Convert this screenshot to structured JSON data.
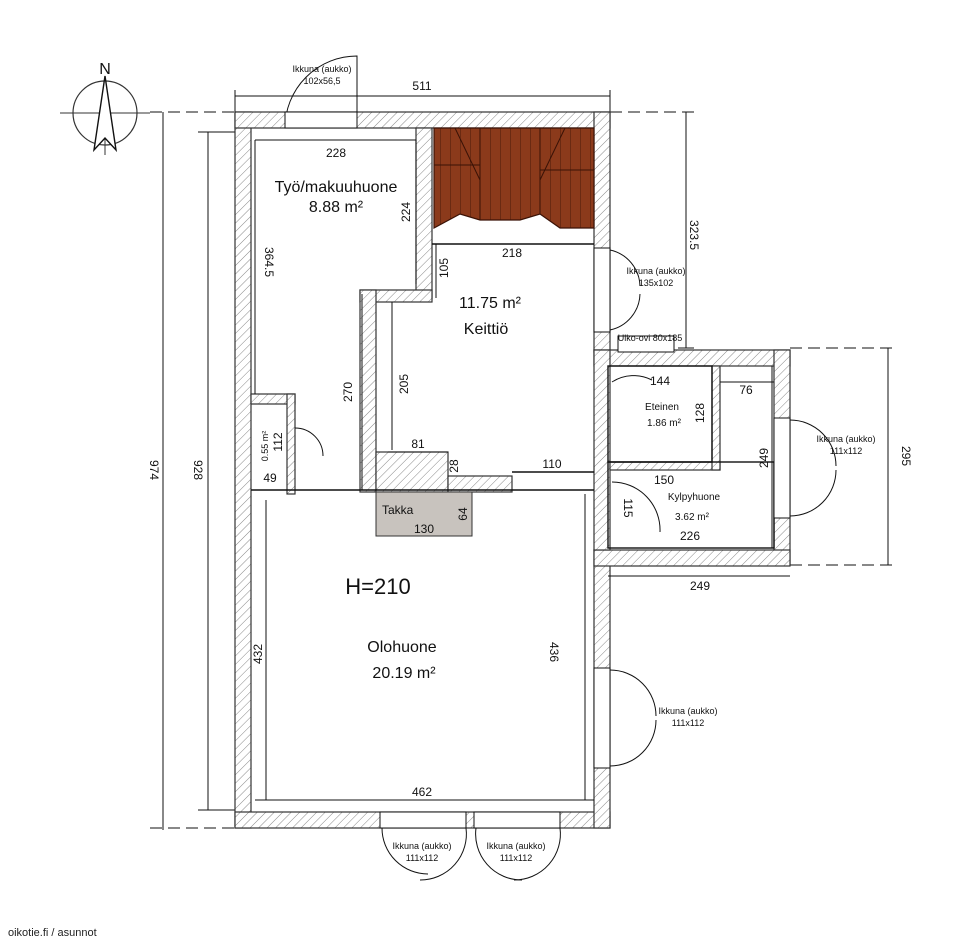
{
  "compass": {
    "label": "N"
  },
  "rooms": {
    "study": {
      "name": "Työ/makuuhuone",
      "area": "8.88 m²"
    },
    "kitchen": {
      "name": "Keittiö",
      "area": "11.75 m²"
    },
    "hall": {
      "name": "Eteinen",
      "area": "1.86 m²"
    },
    "bath": {
      "name": "Kylpyhuone",
      "area": "3.62 m²"
    },
    "living": {
      "name": "Olohuone",
      "area": "20.19 m²"
    },
    "closet": {
      "area": "0.55 m²"
    }
  },
  "fireplace": {
    "name": "Takka",
    "width": "130",
    "depth": "64"
  },
  "height_label": "H=210",
  "windows": {
    "top": {
      "title": "Ikkuna (aukko)",
      "size": "102x56,5"
    },
    "kitchen": {
      "title": "Ikkuna (aukko)",
      "size": "135x102"
    },
    "door": {
      "title": "Ulko-ovi 80x185"
    },
    "bath": {
      "title": "Ikkuna (aukko)",
      "size": "111x112"
    },
    "living_right": {
      "title": "Ikkuna (aukko)",
      "size": "111x112"
    },
    "bottom_left": {
      "title": "Ikkuna (aukko)",
      "size": "111x112"
    },
    "bottom_right": {
      "title": "Ikkuna (aukko)",
      "size": "111x112"
    }
  },
  "dimensions": {
    "top_total": "511",
    "study_width": "228",
    "study_depth_inner": "224",
    "study_height": "364.5",
    "kitchen_width": "218",
    "kitchen_step": "105",
    "kitchen_right": "323.5",
    "kitchen_height": "205",
    "wall_270": "270",
    "closet_height": "112",
    "closet_width": "49",
    "counter": "81",
    "counter_small": "28",
    "kitchen_bottom": "110",
    "hall_width": "144",
    "hall_height": "128",
    "hall_right": "76",
    "bath_height": "249",
    "bath_width_top": "150",
    "bath_door": "115",
    "bath_width_bottom": "226",
    "annex_width": "249",
    "annex_height": "295",
    "total_left": "974",
    "total_inner": "928",
    "living_left": "432",
    "living_right": "436",
    "living_width": "462"
  },
  "watermark": "oikotie.fi / asunnot"
}
